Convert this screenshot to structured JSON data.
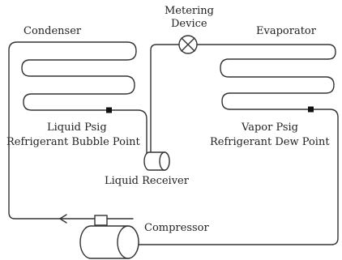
{
  "labels": {
    "condenser": "Condenser",
    "metering_device_line1": "Metering",
    "metering_device_line2": "Device",
    "evaporator": "Evaporator",
    "liquid_psig": "Liquid Psig",
    "refrigerant_bubble_point": "Refrigerant Bubble Point",
    "vapor_psig": "Vapor Psig",
    "refrigerant_dew_point": "Refrigerant Dew Point",
    "liquid_receiver": "Liquid Receiver",
    "compressor": "Compressor"
  },
  "colors": {
    "line": "#333333",
    "text": "#222222",
    "sensor": "#111111",
    "background": "#ffffff"
  }
}
